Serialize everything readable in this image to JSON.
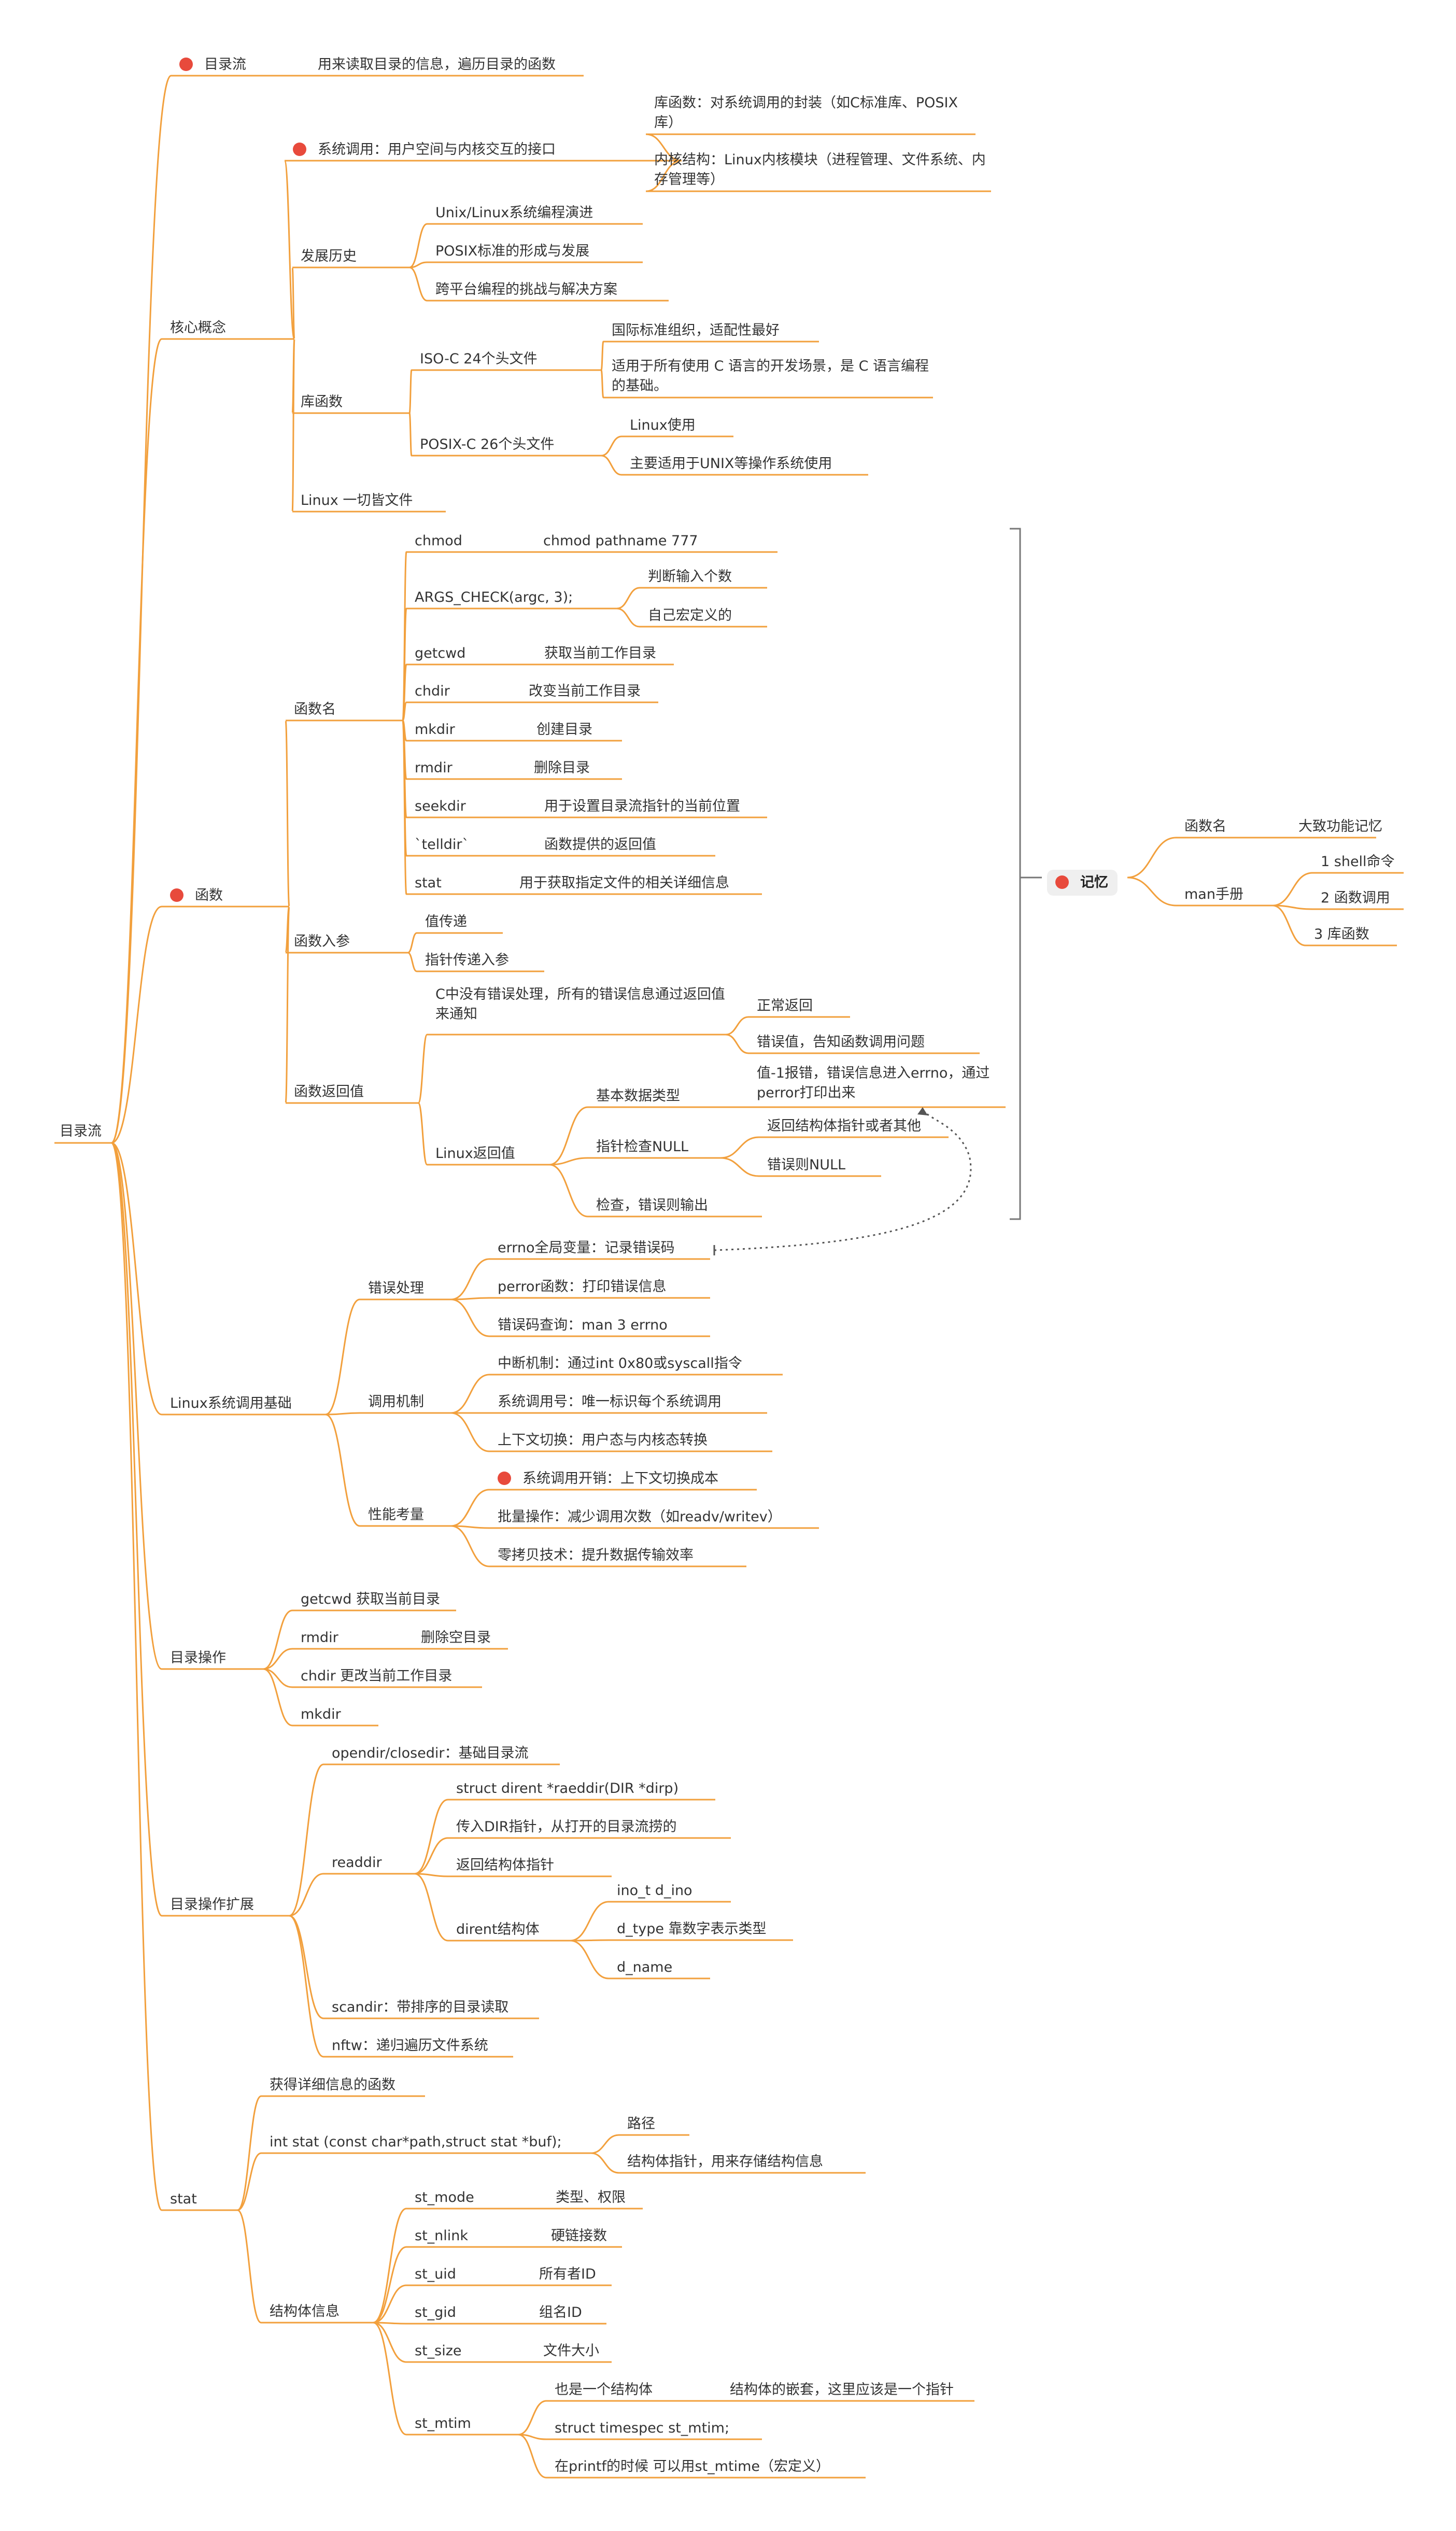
{
  "colors": {
    "branch": "#f2a03d",
    "text": "#333333",
    "marker": "#e84a3c",
    "bracket": "#777777",
    "dotted": "#555555"
  },
  "root": {
    "label": "目录流"
  },
  "nodes": {
    "n1": "目录流",
    "n2": "用来读取目录的信息，遍历目录的函数",
    "n3": "核心概念",
    "n4": "系统调用：用户空间与内核交互的接口",
    "n5": "库函数：对系统调用的封装（如C标准库、POSIX库）",
    "n6": "内核结构：Linux内核模块（进程管理、文件系统、内存管理等）",
    "n7": "发展历史",
    "n8": "Unix/Linux系统编程演进",
    "n9": "POSIX标准的形成与发展",
    "n10": "跨平台编程的挑战与解决方案",
    "n11": "库函数",
    "n12": "ISO-C 24个头文件",
    "n13": "国际标准组织，适配性最好",
    "n14": "适用于所有使用 C 语言的开发场景，是 C 语言编程的基础。",
    "n15": "POSIX-C 26个头文件",
    "n16": "Linux使用",
    "n17": "主要适用于UNIX等操作系统使用",
    "n18": "Linux 一切皆文件",
    "n19": "函数",
    "n20": "函数名",
    "n21": "chmod",
    "n22": "chmod pathname 777",
    "n23": "ARGS_CHECK(argc, 3);",
    "n24": "判断输入个数",
    "n25": "自己宏定义的",
    "n26": "getcwd",
    "n27": "获取当前工作目录",
    "n28": "chdir",
    "n29": "改变当前工作目录",
    "n30": "mkdir",
    "n31": "创建目录",
    "n32": "rmdir",
    "n33": "删除目录",
    "n34": "seekdir",
    "n35": "用于设置目录流指针的当前位置",
    "n36": "`telldir`",
    "n37": "函数提供的返回值",
    "n38": "stat",
    "n39": "用于获取指定文件的相关详细信息",
    "n40": "函数入参",
    "n41": "值传递",
    "n42": "指针传递入参",
    "n43": "函数返回值",
    "n44": "C中没有错误处理，所有的错误信息通过返回值来通知",
    "n45": "正常返回",
    "n46": "错误值，告知函数调用问题",
    "n47": "Linux返回值",
    "n48": "基本数据类型",
    "n49": "值-1报错，错误信息进入errno，通过perror打印出来",
    "n50": "指针检查NULL",
    "n51": "返回结构体指针或者其他",
    "n52": "错误则NULL",
    "n53": "检查，错误则输出",
    "n54": "Linux系统调用基础",
    "n55": "错误处理",
    "n56": "errno全局变量：记录错误码",
    "n57": "perror函数：打印错误信息",
    "n58": "错误码查询：man 3 errno",
    "n59": "调用机制",
    "n60": "中断机制：通过int 0x80或syscall指令",
    "n61": "系统调用号：唯一标识每个系统调用",
    "n62": "上下文切换：用户态与内核态转换",
    "n63": "性能考量",
    "n64": "系统调用开销：上下文切换成本",
    "n65": "批量操作：减少调用次数（如readv/writev）",
    "n66": "零拷贝技术：提升数据传输效率",
    "n67": "目录操作",
    "n68": "getcwd 获取当前目录",
    "n69": "rmdir",
    "n70": "删除空目录",
    "n71": "chdir 更改当前工作目录",
    "n72": "mkdir",
    "n73": "目录操作扩展",
    "n74": "opendir/closedir：基础目录流",
    "n75": "readdir",
    "n76": "struct dirent *raeddir(DIR *dirp)",
    "n77": "传入DIR指针，从打开的目录流捞的",
    "n78": "返回结构体指针",
    "n79": "dirent结构体",
    "n80": "ino_t d_ino",
    "n81": "d_type 靠数字表示类型",
    "n82": "d_name",
    "n83": "scandir：带排序的目录读取",
    "n84": "nftw：递归遍历文件系统",
    "n85": "stat",
    "n86": "获得详细信息的函数",
    "n87": "int stat (const char*path,struct stat *buf);",
    "n88": "路径",
    "n89": "结构体指针，用来存储结构信息",
    "n90": "结构体信息",
    "n91": "st_mode",
    "n92": "类型、权限",
    "n93": "st_nlink",
    "n94": "硬链接数",
    "n95": "st_uid",
    "n96": "所有者ID",
    "n97": "st_gid",
    "n98": "组名ID",
    "n99": "st_size",
    "n100": "文件大小",
    "n101": "st_mtim",
    "n102": "也是一个结构体",
    "n103": "结构体的嵌套，这里应该是一个指针",
    "n104": "struct timespec st_mtim;",
    "n105": "在printf的时候 可以用st_mtime（宏定义）",
    "n106": "记忆",
    "n107": "函数名",
    "n108": "大致功能记忆",
    "n109": "man手册",
    "n110": "1 shell命令",
    "n111": "2 函数调用",
    "n112": "3 库函数"
  }
}
